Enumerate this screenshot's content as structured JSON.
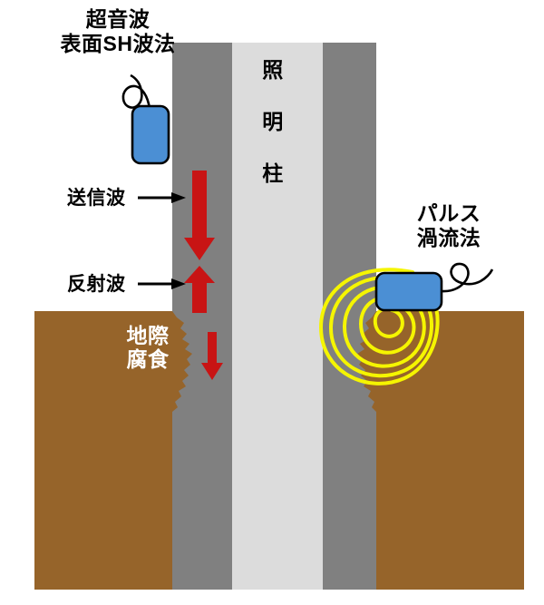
{
  "diagram": {
    "title_left": "超音波\n表面SH波法",
    "title_left_line1": "超音波",
    "title_left_line2": "表面SH波法",
    "title_right_line1": "パルス",
    "title_right_line2": "渦流法",
    "pole_label_chars": [
      "照",
      "明",
      "柱"
    ],
    "pole_label": "照明柱",
    "send_wave_label": "送信波",
    "reflect_wave_label": "反射波",
    "corrosion_label_line1": "地際",
    "corrosion_label_line2": "腐食",
    "corrosion_label": "地際腐食"
  },
  "colors": {
    "soil": "#96642a",
    "pole_outer": "#808080",
    "pole_inner": "#dcdcdc",
    "arrow_red": "#c81414",
    "probe_blue": "#4b8fd4",
    "eddy_yellow": "#f5f500",
    "outline_black": "#000000",
    "background": "#ffffff"
  }
}
